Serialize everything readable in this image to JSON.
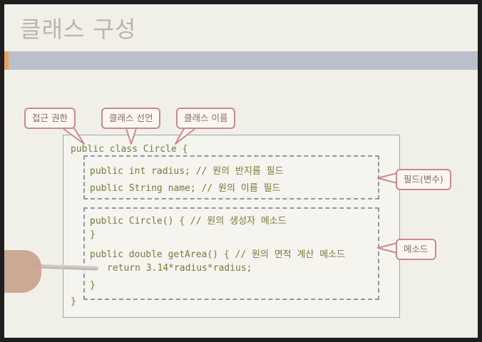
{
  "slide": {
    "title": "클래스 구성"
  },
  "callouts": {
    "access": "접근 권한",
    "declaration": "클래스 선언",
    "class_name": "클래스 이름",
    "fields": "필드(변수)",
    "methods": "메소드"
  },
  "code": {
    "class_decl": "public class Circle {",
    "field1": "public int radius; // 원의 반지름 필드",
    "field2": "public String name; // 원의 이름 필드",
    "ctor_open": "public Circle() { // 원의 생성자 메소드",
    "ctor_close": "}",
    "method_open": "public double getArea() { // 원의 면적 계산 메소드",
    "method_body": "return 3.14*radius*radius;",
    "method_close": "}",
    "class_close": "}"
  },
  "colors": {
    "code_text": "#7b7a3a",
    "callout_border": "#c98a8c",
    "box_border": "#9aa6b6",
    "title_bar": "#b9c0cb"
  }
}
